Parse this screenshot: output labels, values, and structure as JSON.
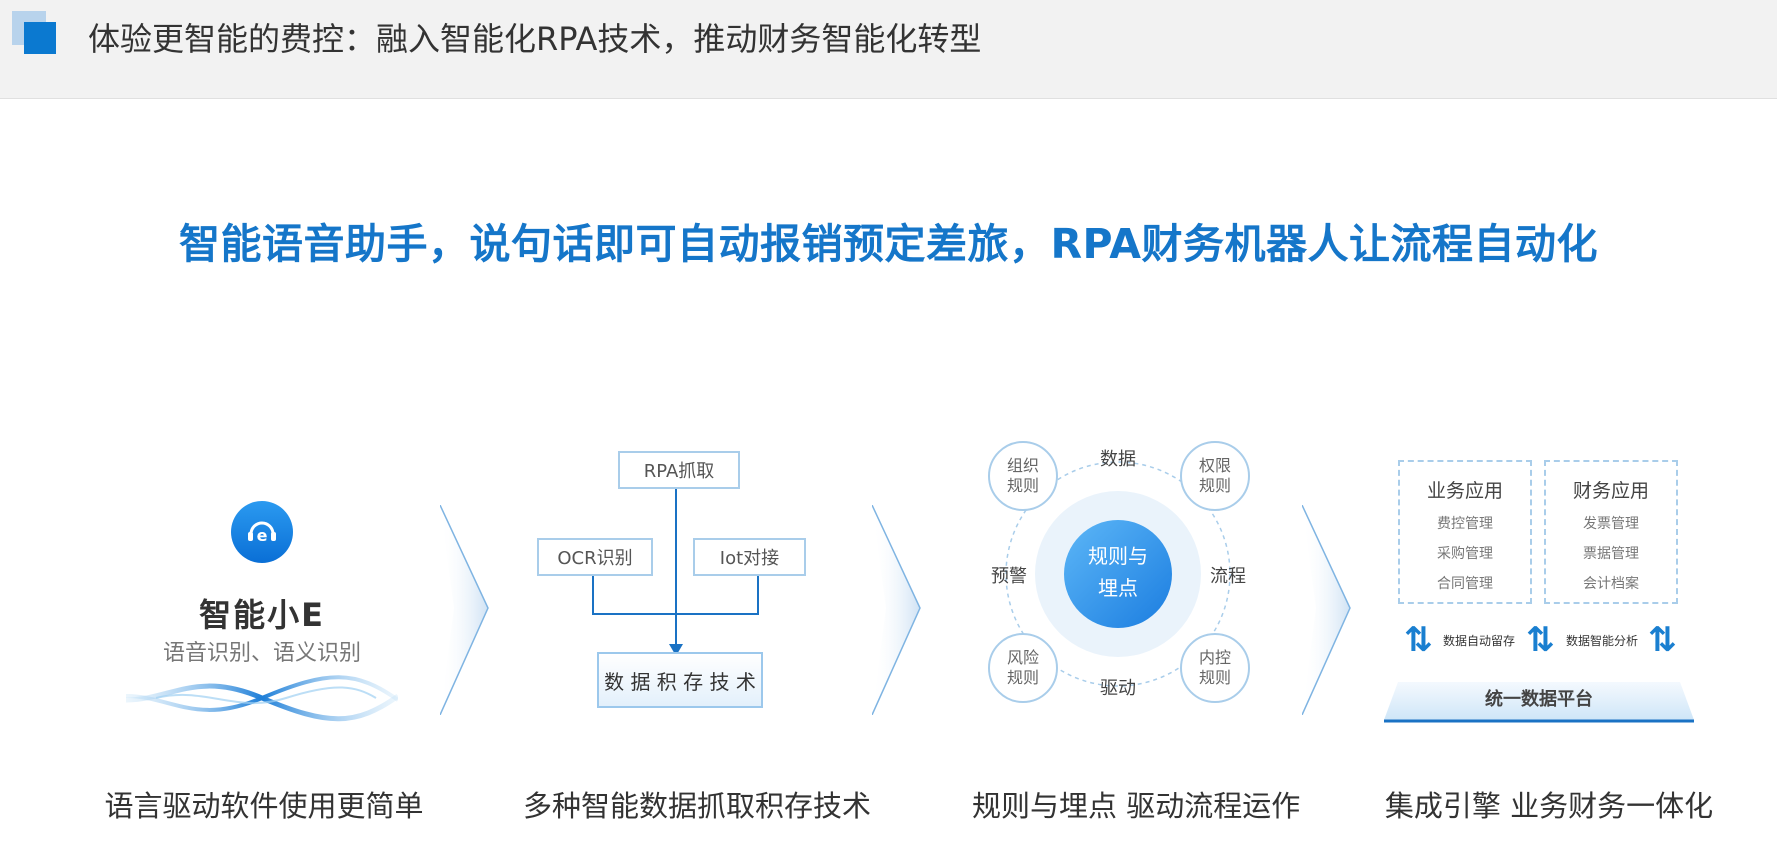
{
  "header": {
    "title": "体验更智能的费控：融入智能化RPA技术，推动财务智能化转型"
  },
  "subtitle": "智能语音助手，说句话即可自动报销预定差旅，RPA财务机器人让流程自动化",
  "section1": {
    "name": "智能小E",
    "desc": "语音识别、语义识别",
    "caption": "语言驱动软件使用更简单"
  },
  "section2": {
    "rpa": "RPA抓取",
    "ocr": "OCR识别",
    "iot": "Iot对接",
    "storage": "数 据 积 存 技 术",
    "caption": "多种智能数据抓取积存技术"
  },
  "section3": {
    "center": [
      "规则与",
      "埋点"
    ],
    "nodes": {
      "top_left": [
        "组织",
        "规则"
      ],
      "top_right": [
        "权限",
        "规则"
      ],
      "bottom_left": [
        "风险",
        "规则"
      ],
      "bottom_right": [
        "内控",
        "规则"
      ]
    },
    "labels": {
      "top": "数据",
      "left": "预警",
      "right": "流程",
      "bottom": "驱动"
    },
    "caption": "规则与埋点 驱动流程运作"
  },
  "section4": {
    "business": {
      "title": "业务应用",
      "items": [
        "费控管理",
        "采购管理",
        "合同管理"
      ]
    },
    "finance": {
      "title": "财务应用",
      "items": [
        "发票管理",
        "票据管理",
        "会计档案"
      ]
    },
    "flow_left": "数据自动留存",
    "flow_right": "数据智能分析",
    "platform": "统一数据平台",
    "caption": "集成引擎 业务财务一体化"
  },
  "colors": {
    "accent": "#1576c9",
    "light_border": "#a9cdea"
  }
}
